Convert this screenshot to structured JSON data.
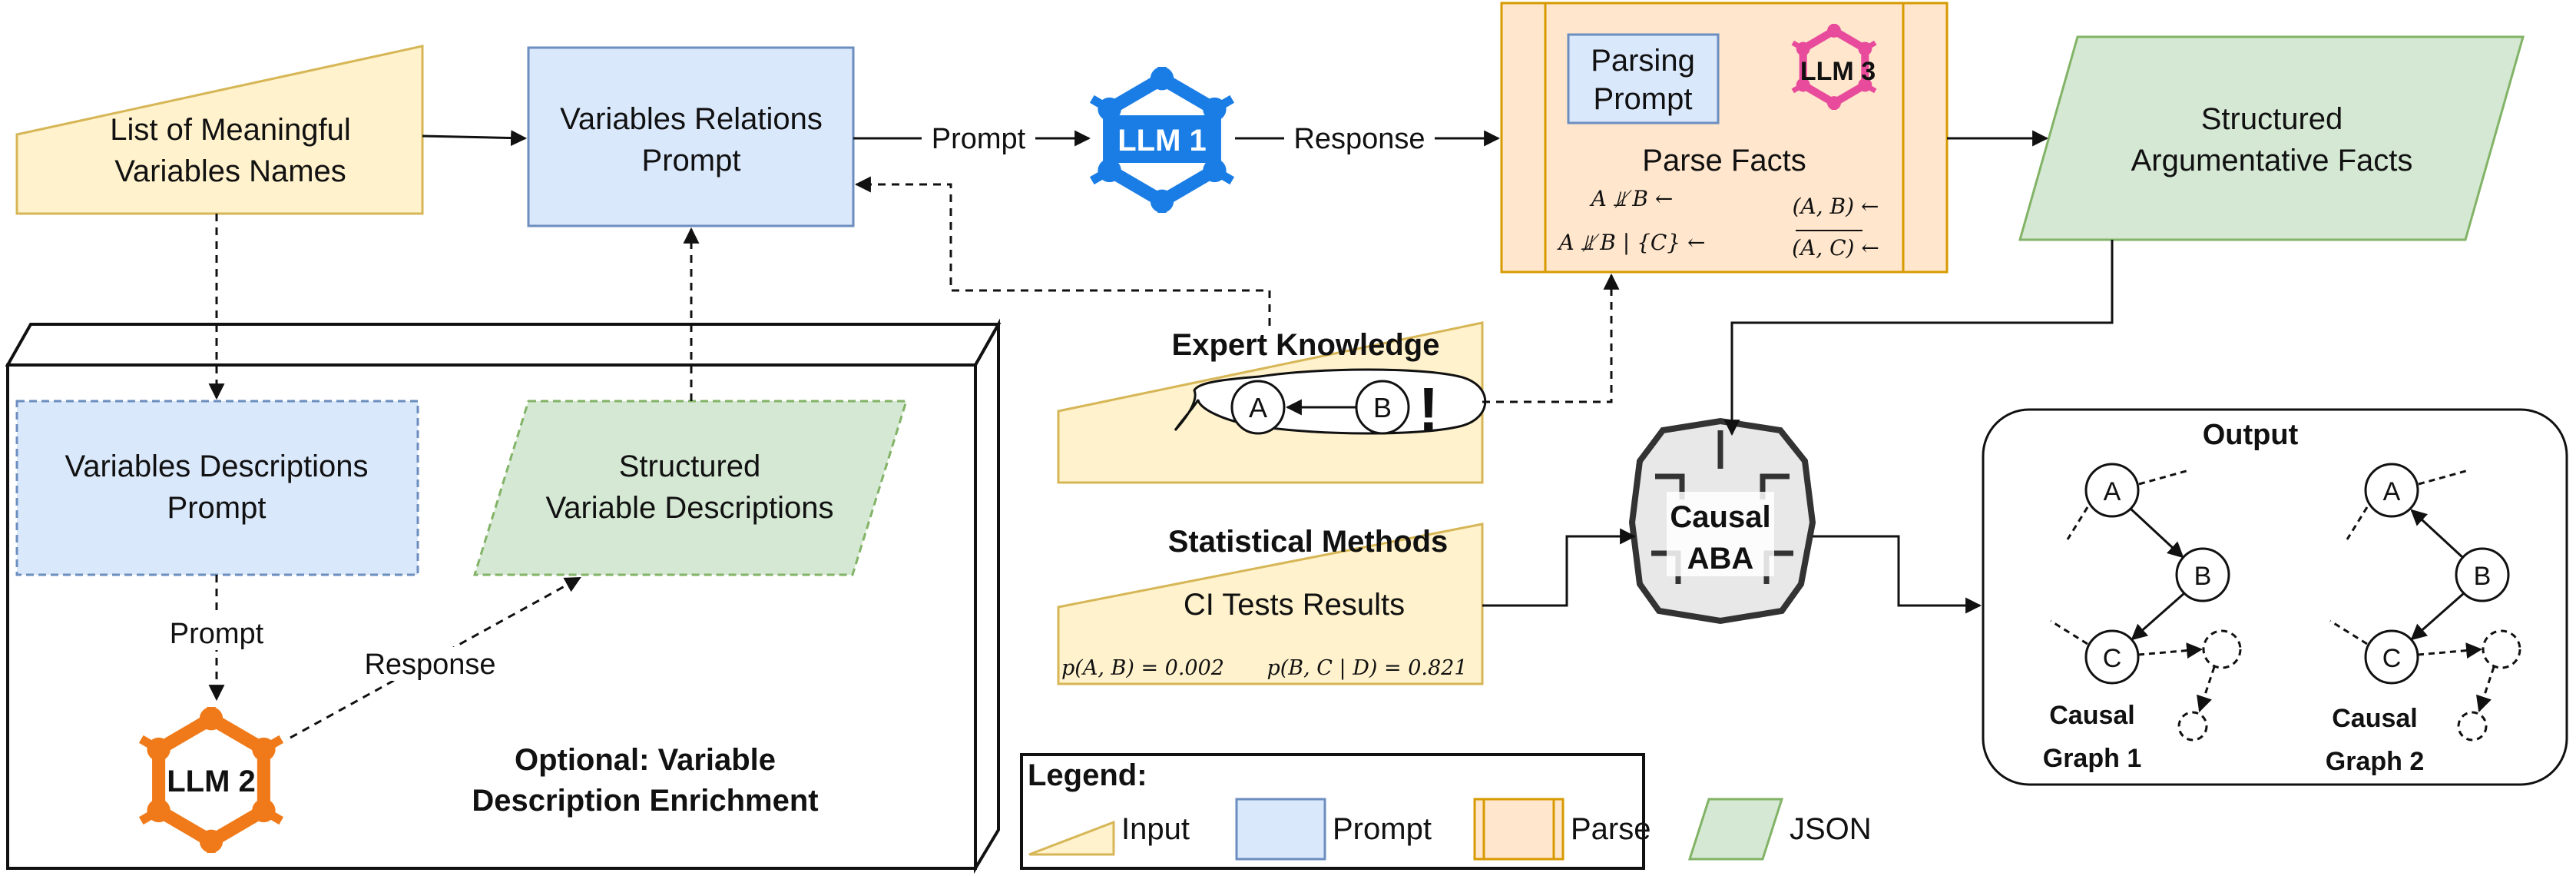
{
  "nodes": {
    "list_input": [
      "List of Meaningful",
      "Variables Names"
    ],
    "relations_prompt": [
      "Variables Relations",
      "Prompt"
    ],
    "llm1": "LLM 1",
    "parse": {
      "sub_box": [
        "Parsing",
        "Prompt"
      ],
      "llm3": "LLM 3",
      "title": "Parse Facts",
      "facts": [
        "A ⫫̸ B ←",
        "(A, B) ←",
        "A ⫫̸ B | {C} ←",
        "(A, C) ←"
      ]
    },
    "structured_facts": [
      "Structured",
      "Argumentative Facts"
    ],
    "expert": {
      "title": "Expert Knowledge",
      "node_a": "A",
      "node_b": "B",
      "mark": "!"
    },
    "causal_aba": [
      "Causal",
      "ABA"
    ],
    "statistical": {
      "title": "Statistical Methods",
      "label": "CI Tests Results",
      "formula1": "p(A, B) = 0.002",
      "formula2": "p(B, C | D) = 0.821"
    },
    "optional": {
      "desc_prompt": [
        "Variables Descriptions",
        "Prompt"
      ],
      "structured_desc": [
        "Structured",
        "Variable Descriptions"
      ],
      "llm2": "LLM 2",
      "title": [
        "Optional: Variable",
        "Description Enrichment"
      ]
    },
    "output": {
      "title": "Output",
      "graph1_label": [
        "Causal",
        "Graph 1"
      ],
      "graph2_label": [
        "Causal",
        "Graph 2"
      ],
      "node_a": "A",
      "node_b": "B",
      "node_c": "C"
    }
  },
  "edge_labels": {
    "prompt_top": "Prompt",
    "response_top": "Response",
    "prompt_side": "Prompt",
    "response_side": "Response"
  },
  "legend": {
    "title": "Legend:",
    "items": [
      "Input",
      "Prompt",
      "Parse",
      "JSON"
    ]
  },
  "colors": {
    "input_fill": "#fff2cc",
    "input_stroke": "#d6b656",
    "prompt_fill": "#dae8fc",
    "prompt_stroke": "#6c8ebf",
    "parse_fill": "#ffe6cc",
    "parse_stroke": "#d79b00",
    "json_fill": "#d5e8d4",
    "json_stroke": "#82b366",
    "llm1": "#1a7de6",
    "llm2": "#f07a1a",
    "llm3": "#e84b9c"
  }
}
